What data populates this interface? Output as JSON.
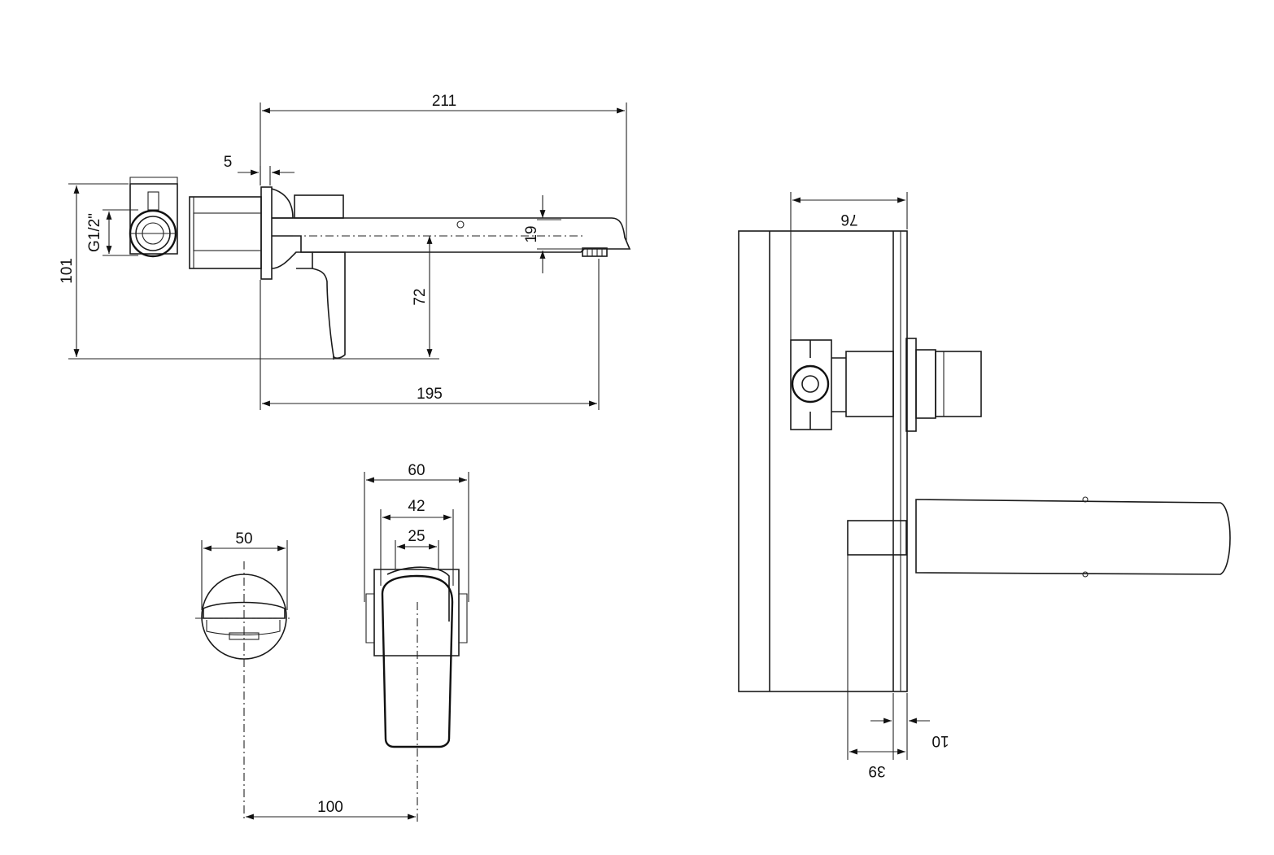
{
  "dimensions": {
    "side_total_length": "211",
    "side_flange_gap": "5",
    "side_height": "101",
    "side_thread": "G1/2\"",
    "side_spout_height": "72",
    "side_spout_outlet": "19",
    "side_spout_length": "195",
    "front_handle_width": "60",
    "front_handle_mid": "42",
    "front_handle_inner": "25",
    "front_plate_width": "50",
    "front_centers": "100",
    "top_body_depth": "76",
    "top_offset_a": "10",
    "top_offset_b": "39"
  }
}
